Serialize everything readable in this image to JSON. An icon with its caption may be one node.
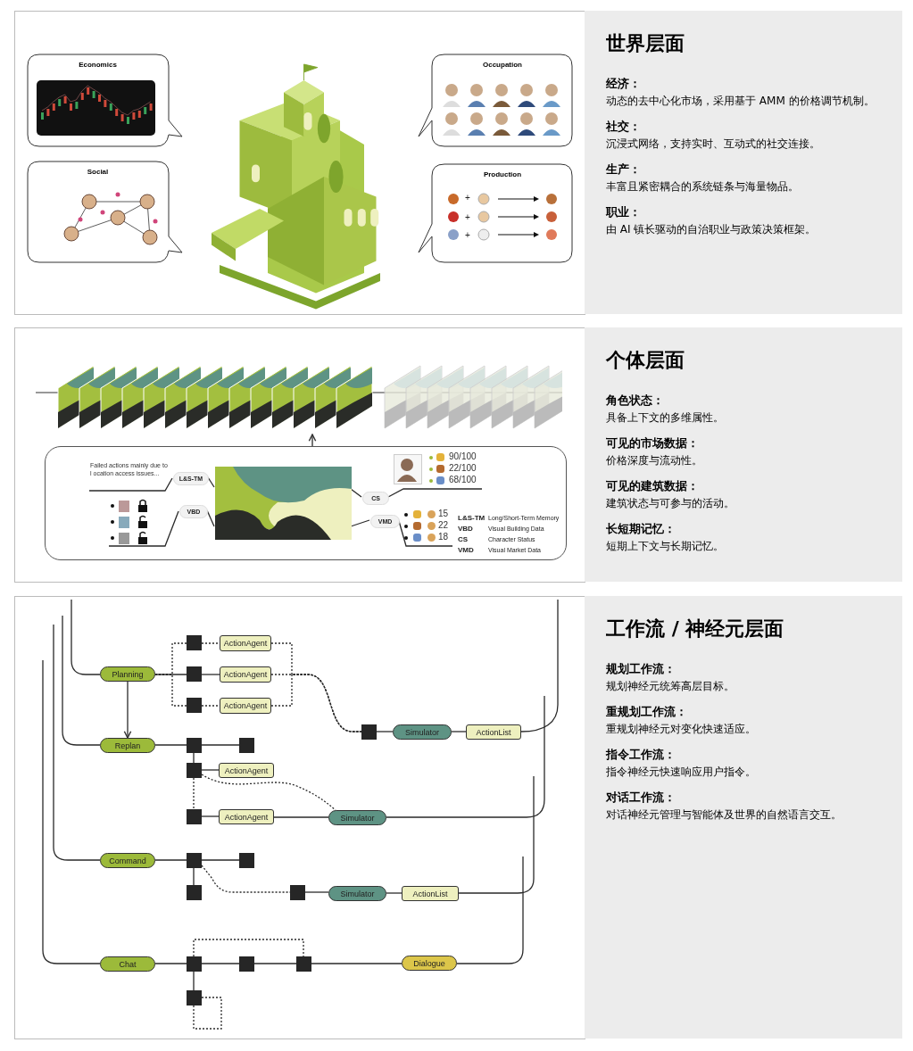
{
  "diagram": {
    "nodes": [
      {
        "text": [
          "Economics"
        ]
      },
      {
        "text": [
          "Occupation"
        ]
      },
      {
        "text": [
          "Social"
        ]
      },
      {
        "text": [
          "Production"
        ]
      },
      {
        "text": [
          "世界层面",
          "经济：",
          "动态的去中心化市场，采用基于 AMM 的价格调节机制。",
          "社交：",
          "沉浸式网络，支持实时、互动式的社交连接。",
          "生产：",
          "丰富且紧密耦合的系统链条与海量物品。",
          "职业：",
          "由 AI 镇长驱动的自治职业与政策决策框架。"
        ]
      },
      {
        "text": [],
        "shape": "picture"
      },
      {
        "text": [],
        "shape": "box"
      },
      {
        "text": [
          "Failed actions mainly due to l ocation access issues..."
        ],
        "in": 6
      },
      {
        "text": [
          "L&S-TM"
        ],
        "in": 6
      },
      {
        "text": [],
        "shape": "picture",
        "in": 6
      },
      {
        "text": [
          "90/100",
          "22/100",
          "68/100"
        ],
        "in": 6
      },
      {
        "text": [
          "CS"
        ],
        "in": 6
      },
      {
        "text": [],
        "shape": "picture",
        "in": 6
      },
      {
        "text": [
          "VBD"
        ],
        "in": 6
      },
      {
        "text": [
          "VMD"
        ],
        "in": 6
      },
      {
        "text": [
          "15",
          "22",
          "18"
        ],
        "in": 6
      },
      {
        "text": [
          "个体层面",
          "角色状态：",
          "具备上下文的多维属性。",
          "可见的市场数据：",
          "价格深度与流动性。",
          "可见的建筑数据：",
          "建筑状态与可参与的活动。",
          "长短期记忆：",
          "短期上下文与长期记忆。"
        ]
      },
      {
        "text": [
          "Planning"
        ]
      },
      {
        "text": [],
        "shape": "box"
      },
      {
        "text": [
          "ActionAgent"
        ]
      },
      {
        "text": [],
        "shape": "box"
      },
      {
        "text": [
          "ActionAgent"
        ]
      },
      {
        "text": [],
        "shape": "box"
      },
      {
        "text": [
          "ActionAgent"
        ]
      },
      {
        "text": [],
        "shape": "box"
      },
      {
        "text": [
          "Simulator"
        ]
      },
      {
        "text": [
          "ActionList"
        ]
      },
      {
        "text": [
          "Replan"
        ]
      },
      {
        "text": [],
        "shape": "box"
      },
      {
        "text": [],
        "shape": "box"
      },
      {
        "text": [],
        "shape": "box"
      },
      {
        "text": [
          "ActionAgent"
        ]
      },
      {
        "text": [],
        "shape": "box"
      },
      {
        "text": [
          "ActionAgent"
        ]
      },
      {
        "text": [
          "Simulator"
        ]
      },
      {
        "text": [
          "Command"
        ]
      },
      {
        "text": [],
        "shape": "box"
      },
      {
        "text": [],
        "shape": "box"
      },
      {
        "text": [],
        "shape": "box"
      },
      {
        "text": [],
        "shape": "box"
      },
      {
        "text": [
          "Simulator"
        ]
      },
      {
        "text": [
          "ActionList"
        ]
      },
      {
        "text": [
          "Chat"
        ]
      },
      {
        "text": [],
        "shape": "box"
      },
      {
        "text": [],
        "shape": "box"
      },
      {
        "text": [],
        "shape": "box"
      },
      {
        "text": [
          "Dialogue"
        ]
      },
      {
        "text": [],
        "shape": "box"
      },
      {
        "text": [
          "工作流 / 神经元层面",
          "规划工作流：",
          "规划神经元统筹高层目标。",
          "重规划工作流：",
          "重规划神经元对变化快速适应。",
          "指令工作流：",
          "指令神经元快速响应用户指令。",
          "对话工作流：",
          "对话神经元管理与智能体及世界的自然语言交互。"
        ]
      }
    ],
    "edges": [
      {
        "from": 6,
        "to": 5,
        "arrow": "to"
      },
      {
        "from": 7,
        "to": 8,
        "arrow": "none"
      },
      {
        "from": 8,
        "to": 12,
        "arrow": "none"
      },
      {
        "from": 10,
        "to": 11,
        "arrow": "none"
      },
      {
        "from": 11,
        "to": 12,
        "arrow": "none"
      },
      {
        "from": 9,
        "to": 13,
        "arrow": "none"
      },
      {
        "from": 13,
        "to": 12,
        "arrow": "none"
      },
      {
        "from": 15,
        "to": 14,
        "arrow": "none"
      },
      {
        "from": 14,
        "to": 12,
        "arrow": "none"
      },
      {
        "from": null,
        "to": 17,
        "arrow": "none"
      },
      {
        "from": 17,
        "to": 20,
        "arrow": "none"
      },
      {
        "from": 20,
        "to": 21,
        "arrow": "none"
      },
      {
        "from": 17,
        "to": 18,
        "arrow": "none",
        "style": "dashed"
      },
      {
        "from": 18,
        "to": 19,
        "arrow": "none",
        "style": "dashed"
      },
      {
        "from": 17,
        "to": 22,
        "arrow": "none",
        "style": "dashed"
      },
      {
        "from": 22,
        "to": 23,
        "arrow": "none",
        "style": "dashed"
      },
      {
        "from": 19,
        "to": 24,
        "arrow": "none",
        "style": "dashed"
      },
      {
        "from": 21,
        "to": 24,
        "arrow": "none",
        "style": "dashed"
      },
      {
        "from": 23,
        "to": 24,
        "arrow": "none",
        "style": "dashed"
      },
      {
        "from": 24,
        "to": 25,
        "arrow": "none"
      },
      {
        "from": 25,
        "to": 26,
        "arrow": "none"
      },
      {
        "from": 26,
        "to": null,
        "arrow": "none"
      },
      {
        "from": 17,
        "to": 27,
        "arrow": "to"
      },
      {
        "from": null,
        "to": 27,
        "arrow": "none"
      },
      {
        "from": 27,
        "to": 28,
        "arrow": "none"
      },
      {
        "from": 28,
        "to": 29,
        "arrow": "none"
      },
      {
        "from": 28,
        "to": 30,
        "arrow": "none"
      },
      {
        "from": 30,
        "to": 31,
        "arrow": "none"
      },
      {
        "from": 30,
        "to": 32,
        "arrow": "none",
        "style": "dashed"
      },
      {
        "from": 30,
        "to": 34,
        "arrow": "none",
        "style": "dashed"
      },
      {
        "from": 32,
        "to": 33,
        "arrow": "none"
      },
      {
        "from": 33,
        "to": 34,
        "arrow": "none"
      },
      {
        "from": 34,
        "to": null,
        "arrow": "none"
      },
      {
        "from": null,
        "to": 35,
        "arrow": "none"
      },
      {
        "from": 35,
        "to": 36,
        "arrow": "none"
      },
      {
        "from": 36,
        "to": 37,
        "arrow": "none"
      },
      {
        "from": 36,
        "to": 38,
        "arrow": "none"
      },
      {
        "from": 36,
        "to": 39,
        "arrow": "none",
        "style": "dashed"
      },
      {
        "from": 39,
        "to": 40,
        "arrow": "none"
      },
      {
        "from": 40,
        "to": 41,
        "arrow": "none"
      },
      {
        "from": 41,
        "to": null,
        "arrow": "none"
      },
      {
        "from": null,
        "to": 42,
        "arrow": "none"
      },
      {
        "from": 42,
        "to": 43,
        "arrow": "none"
      },
      {
        "from": 43,
        "to": 44,
        "arrow": "none"
      },
      {
        "from": 44,
        "to": 45,
        "arrow": "none"
      },
      {
        "from": 45,
        "to": 46,
        "arrow": "none"
      },
      {
        "from": 46,
        "to": null,
        "arrow": "none"
      },
      {
        "from": 43,
        "to": 45,
        "arrow": "none",
        "style": "dashed"
      },
      {
        "from": 43,
        "to": 47,
        "arrow": "none"
      },
      {
        "from": 47,
        "to": 47,
        "arrow": "none",
        "style": "dashed"
      }
    ],
    "labels": [
      "+",
      "+",
      "+",
      "L&S-TM",
      "Long/Short-Term Memory",
      "VBD",
      "Visual Building Data",
      "CS",
      "Character Status",
      "VMD",
      "Visual Market Data"
    ]
  }
}
